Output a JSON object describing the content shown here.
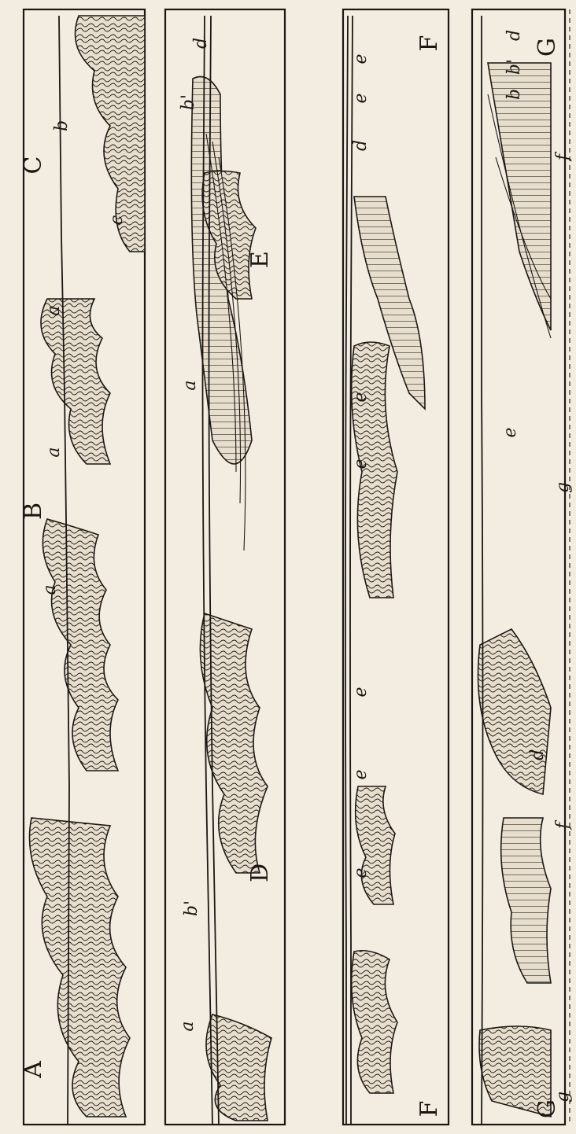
{
  "sections": [
    {
      "id": "sec-1",
      "labels_big": [
        "A",
        "B",
        "C"
      ],
      "labels_small": [
        "a",
        "a",
        "a",
        "b",
        "c"
      ]
    },
    {
      "id": "sec-2",
      "labels_big": [
        "D",
        "E"
      ],
      "labels_small": [
        "a",
        "b'",
        "a",
        "b'",
        "d"
      ]
    },
    {
      "id": "sec-3",
      "labels_big": [
        "F",
        "F"
      ],
      "labels_small": [
        "e",
        "e",
        "e",
        "e",
        "e",
        "d",
        "e",
        "e"
      ]
    },
    {
      "id": "sec-4",
      "labels_big": [
        "G",
        "G"
      ],
      "labels_small": [
        "d",
        "e",
        "b",
        "b'",
        "d"
      ]
    }
  ],
  "scale": {
    "labels": [
      "g",
      "f",
      "g",
      "f"
    ]
  }
}
